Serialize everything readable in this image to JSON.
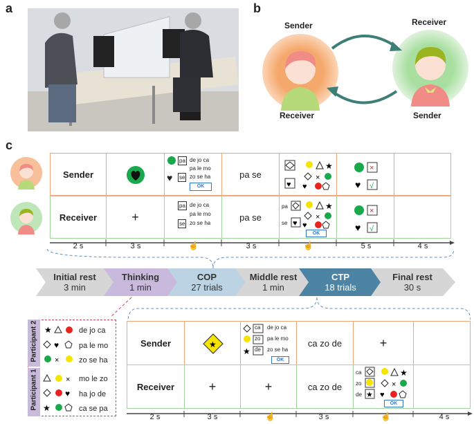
{
  "panels": {
    "a": "a",
    "b": "b",
    "c": "c"
  },
  "panel_b": {
    "sender_left": "Sender",
    "receiver_right": "Receiver",
    "receiver_left": "Receiver",
    "sender_right": "Sender"
  },
  "top_grid": {
    "rows": [
      "Sender",
      "Receiver"
    ],
    "sender_words": [
      "de jo ca",
      "pa le mo",
      "zo se ha"
    ],
    "sender_tags": [
      "pa",
      "se"
    ],
    "ok": "OK",
    "utterance": "pa se",
    "receiver_plus": "+",
    "choice_tags": [
      "pa",
      "se"
    ],
    "times": [
      "2 s",
      "3 s",
      "3 s",
      "5 s",
      "4 s"
    ]
  },
  "phases": [
    {
      "name": "Initial rest",
      "dur": "3 min"
    },
    {
      "name": "Thinking",
      "dur": "1 min"
    },
    {
      "name": "COP",
      "dur": "27 trials"
    },
    {
      "name": "Middle rest",
      "dur": "1 min"
    },
    {
      "name": "CTP",
      "dur": "18 trials"
    },
    {
      "name": "Final rest",
      "dur": "30 s"
    }
  ],
  "participants": {
    "p2": "Participant 2",
    "p1": "Participant 1",
    "p2_words": [
      "de jo ca",
      "pa le mo",
      "zo se ha"
    ],
    "p1_words": [
      "mo le zo",
      "ha jo de",
      "ca se pa"
    ]
  },
  "bottom_grid": {
    "rows": [
      "Sender",
      "Receiver"
    ],
    "sender_tags": [
      "ca",
      "zo",
      "de"
    ],
    "sender_words": [
      "de jo ca",
      "pa le mo",
      "zo se ha"
    ],
    "ok": "OK",
    "utterance": "ca zo de",
    "plus": "+",
    "times": [
      "2 s",
      "3 s",
      "3 s",
      "4 s"
    ]
  },
  "colors": {
    "orange": "#f0a57a",
    "green": "#9fd39a",
    "blue": "#2e76c8",
    "gray": "#d6d6d6",
    "purple": "#c9b9dc",
    "lightblue": "#bcd3e4",
    "teal": "#4d83a3"
  }
}
